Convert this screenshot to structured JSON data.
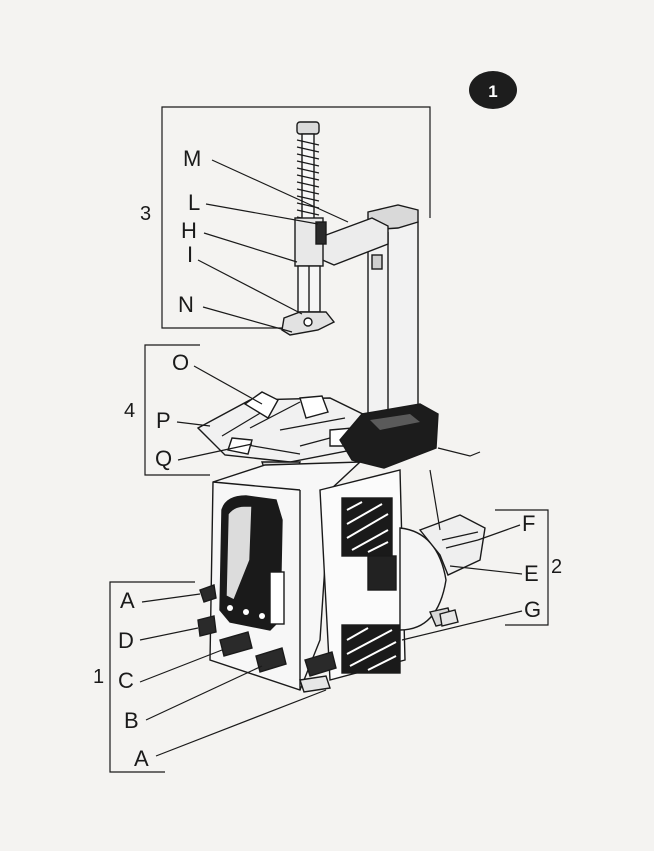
{
  "figure": {
    "badge_number": "1",
    "groups": [
      {
        "id": "1",
        "label": "1"
      },
      {
        "id": "2",
        "label": "2"
      },
      {
        "id": "3",
        "label": "3"
      },
      {
        "id": "4",
        "label": "4"
      }
    ],
    "callouts": [
      {
        "id": "M",
        "label": "M"
      },
      {
        "id": "L",
        "label": "L"
      },
      {
        "id": "H",
        "label": "H"
      },
      {
        "id": "I",
        "label": "I"
      },
      {
        "id": "N",
        "label": "N"
      },
      {
        "id": "O",
        "label": "O"
      },
      {
        "id": "P",
        "label": "P"
      },
      {
        "id": "Q",
        "label": "Q"
      },
      {
        "id": "F",
        "label": "F"
      },
      {
        "id": "E",
        "label": "E"
      },
      {
        "id": "G",
        "label": "G"
      },
      {
        "id": "A-top",
        "label": "A"
      },
      {
        "id": "D",
        "label": "D"
      },
      {
        "id": "C",
        "label": "C"
      },
      {
        "id": "B",
        "label": "B"
      },
      {
        "id": "A-bottom",
        "label": "A"
      }
    ]
  }
}
